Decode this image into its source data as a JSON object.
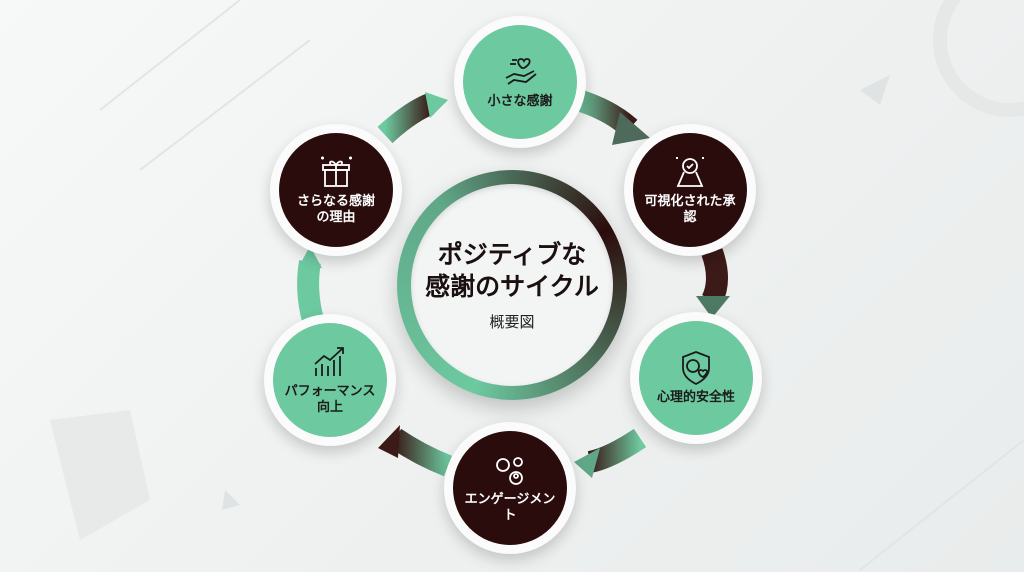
{
  "center": {
    "title_line1": "ポジティブな",
    "title_line2": "感謝のサイクル",
    "subtitle": "概要図"
  },
  "nodes": [
    {
      "label": "小さな感謝",
      "icon": "hand-heart-icon",
      "style": "green"
    },
    {
      "label": "可視化された承認",
      "icon": "award-ribbon-icon",
      "style": "dark"
    },
    {
      "label": "心理的安全性",
      "icon": "brain-shield-icon",
      "style": "green"
    },
    {
      "label": "エンゲージメント",
      "icon": "gears-people-icon",
      "style": "dark"
    },
    {
      "label": "パフォーマンス向上",
      "icon": "growth-chart-icon",
      "style": "green"
    },
    {
      "label": "さらなる感謝の理由",
      "icon": "gift-icon",
      "style": "dark"
    }
  ],
  "colors": {
    "green": "#6dc9a0",
    "dark": "#2b0c0d"
  }
}
